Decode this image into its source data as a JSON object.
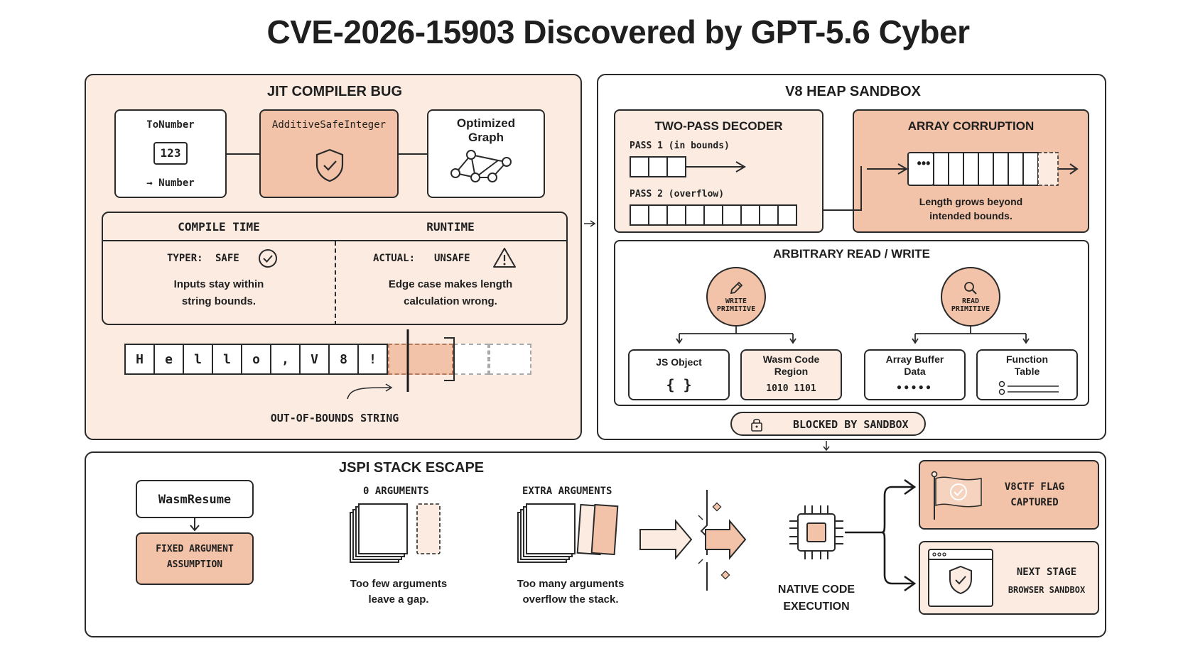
{
  "title": "CVE-2026-15903 Discovered by GPT-5.6 Cyber",
  "jit": {
    "title": "JIT COMPILER BUG",
    "tonumber": {
      "label": "ToNumber",
      "value": "123",
      "result": "→ Number"
    },
    "additive": {
      "label": "AdditiveSafeInteger"
    },
    "graph": {
      "label": "Optimized Graph"
    },
    "compile": {
      "header": "COMPILE TIME",
      "status_key": "TYPER:",
      "status_val": "SAFE",
      "desc1": "Inputs stay within",
      "desc2": "string bounds."
    },
    "runtime": {
      "header": "RUNTIME",
      "status_key": "ACTUAL:",
      "status_val": "UNSAFE",
      "desc1": "Edge case makes length",
      "desc2": "calculation wrong."
    },
    "chars": [
      "H",
      "e",
      "l",
      "l",
      "o",
      ",",
      "V",
      "8",
      "!"
    ],
    "oob_label": "OUT-OF-BOUNDS STRING"
  },
  "sandbox": {
    "title": "V8 HEAP SANDBOX",
    "decoder": {
      "title": "TWO-PASS DECODER",
      "pass1": "PASS 1 (in bounds)",
      "pass2": "PASS 2 (overflow)"
    },
    "array": {
      "title": "ARRAY CORRUPTION",
      "dots": "•••",
      "desc1": "Length grows beyond",
      "desc2": "intended bounds."
    },
    "rw": {
      "title": "ARBITRARY READ / WRITE",
      "write_line1": "WRITE",
      "write_line2": "PRIMITIVE",
      "read_line1": "READ",
      "read_line2": "PRIMITIVE",
      "targets": [
        {
          "label1": "JS Object",
          "label2": "",
          "sub": "{ }"
        },
        {
          "label1": "Wasm Code",
          "label2": "Region",
          "sub": "1010 1101"
        },
        {
          "label1": "Array Buffer",
          "label2": "Data",
          "sub": "●●●●●"
        },
        {
          "label1": "Function",
          "label2": "Table",
          "sub": ""
        }
      ]
    },
    "blocked": "BLOCKED BY SANDBOX"
  },
  "jspi": {
    "title": "JSPI STACK ESCAPE",
    "wasm_resume": "WasmResume",
    "fixed1": "FIXED ARGUMENT",
    "fixed2": "ASSUMPTION",
    "zero": {
      "header": "0 ARGUMENTS",
      "desc1": "Too few arguments",
      "desc2": "leave a gap."
    },
    "extra": {
      "header": "EXTRA ARGUMENTS",
      "desc1": "Too many arguments",
      "desc2": "overflow the stack."
    },
    "native1": "NATIVE CODE",
    "native2": "EXECUTION",
    "flag1": "V8CTF FLAG",
    "flag2": "CAPTURED",
    "next1": "NEXT STAGE",
    "next2": "BROWSER SANDBOX"
  },
  "colors": {
    "peach": "#fbebe1",
    "salmon": "#f2c3a8",
    "ink": "#2a2a2a"
  }
}
